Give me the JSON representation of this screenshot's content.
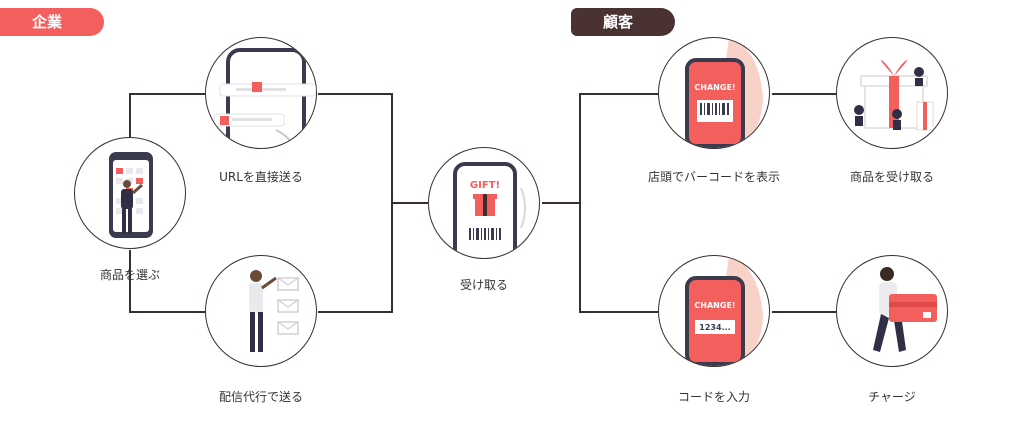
{
  "sections": {
    "company": "企業",
    "customer": "顧客"
  },
  "steps": {
    "choose_product": "商品を選ぶ",
    "send_url": "URLを直接送る",
    "delivery_agent": "配信代行で送る",
    "receive": "受け取る",
    "show_barcode": "店頭でバーコードを表示",
    "receive_product": "商品を受け取る",
    "enter_code": "コードを入力",
    "charge": "チャージ"
  },
  "illustration_text": {
    "gift": "GIFT!",
    "change": "CHANGE!",
    "code_sample": "1234..."
  },
  "colors": {
    "accent": "#f25f5c",
    "dark": "#4a3232",
    "line": "#3b2e2e"
  }
}
